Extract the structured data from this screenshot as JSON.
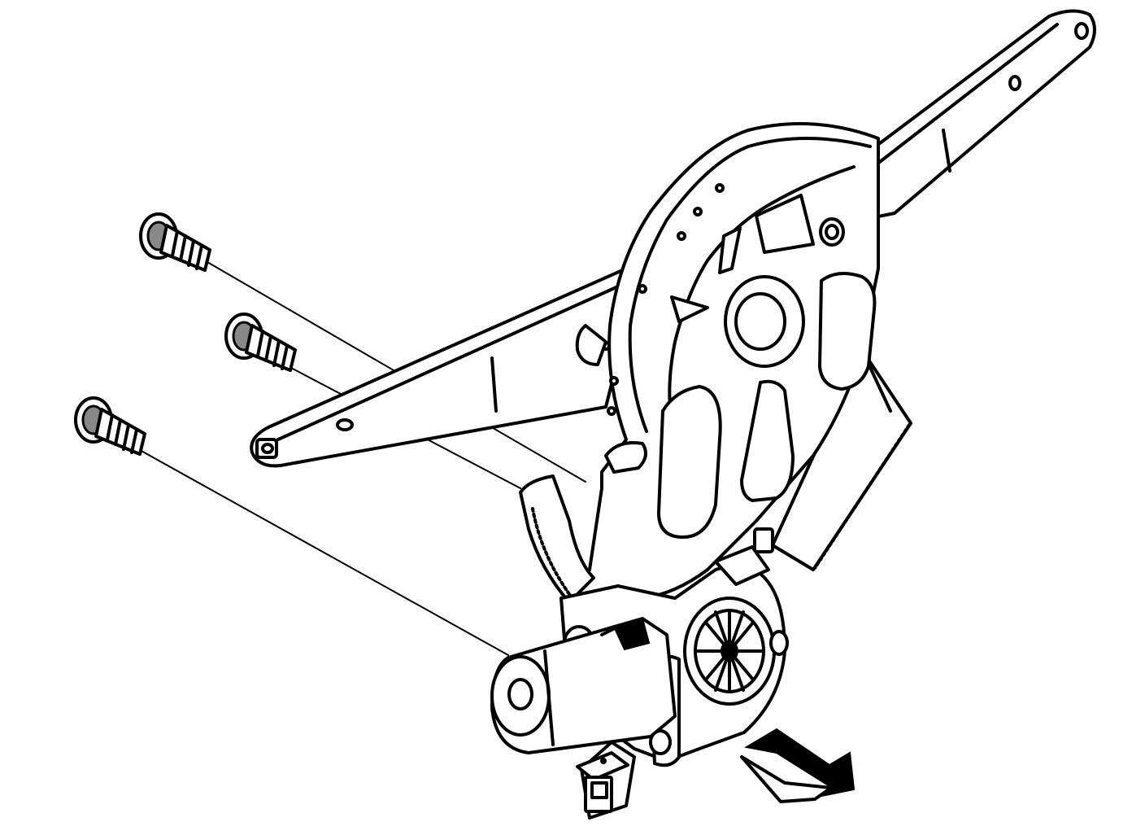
{
  "diagram": {
    "parts": {
      "fasteners": [
        {
          "name": "bolt",
          "icon": "bolt-icon"
        },
        {
          "name": "bolt",
          "icon": "bolt-icon"
        },
        {
          "name": "bolt",
          "icon": "bolt-icon"
        }
      ],
      "regulator_arm": {
        "icon": "lift-arm-icon"
      },
      "guide_arm": {
        "icon": "guide-arm-icon"
      },
      "backing_plate": {
        "icon": "regulator-plate-icon"
      },
      "sector_gear": {
        "icon": "sector-gear-icon"
      },
      "motor": {
        "icon": "motor-icon"
      },
      "gearbox": {
        "icon": "gearbox-icon"
      },
      "connector": {
        "icon": "electrical-connector-icon"
      },
      "direction_arrow": {
        "icon": "arrow-icon",
        "fill": "#000000"
      }
    },
    "colors": {
      "line": "#000000",
      "background": "#ffffff",
      "shade": "#888888"
    }
  }
}
